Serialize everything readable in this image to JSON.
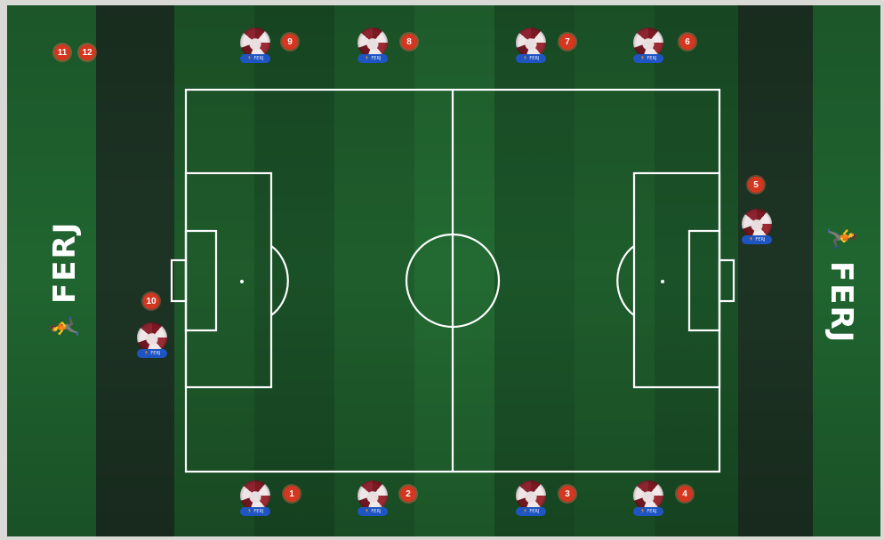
{
  "brand": {
    "mark": "🏃",
    "name": "FERJ"
  },
  "spot_tag": "🏃 FERJ",
  "colors": {
    "stripe_dark": "#1b5a2a",
    "stripe_light": "#246b33",
    "outer_dark": "#1f2f24",
    "line": "#ffffff",
    "number_badge": "#d4361f",
    "tag": "#1f55c2"
  },
  "positions": [
    {
      "number": "1"
    },
    {
      "number": "2"
    },
    {
      "number": "3"
    },
    {
      "number": "4"
    },
    {
      "number": "5"
    },
    {
      "number": "6"
    },
    {
      "number": "7"
    },
    {
      "number": "8"
    },
    {
      "number": "9"
    },
    {
      "number": "10"
    },
    {
      "number": "11"
    },
    {
      "number": "12"
    }
  ]
}
